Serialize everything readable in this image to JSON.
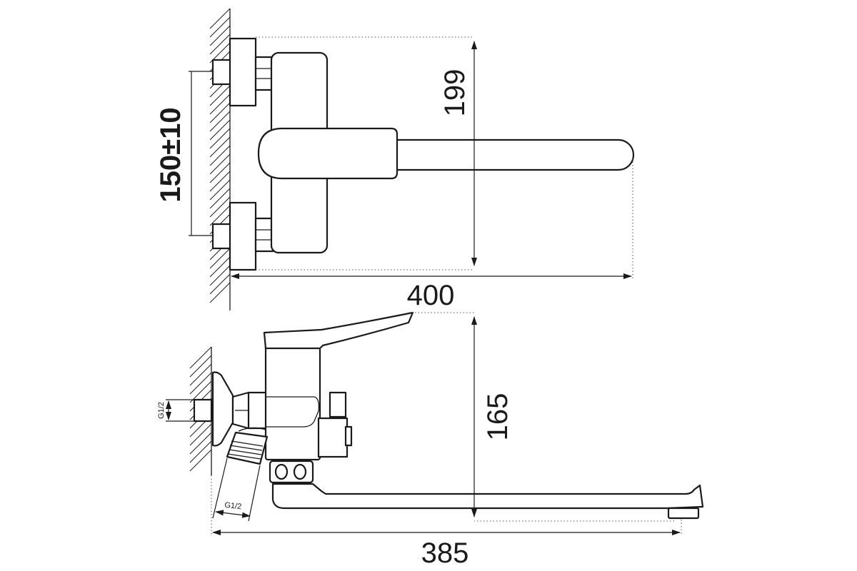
{
  "dimensions": {
    "inlet_spacing": "150±10",
    "top_height": "199",
    "top_width": "400",
    "side_height": "165",
    "side_reach": "385",
    "thread_inlet": "G1/2",
    "thread_outlet": "G1/2"
  },
  "colors": {
    "line": "#1a1a1a",
    "background": "#ffffff"
  }
}
